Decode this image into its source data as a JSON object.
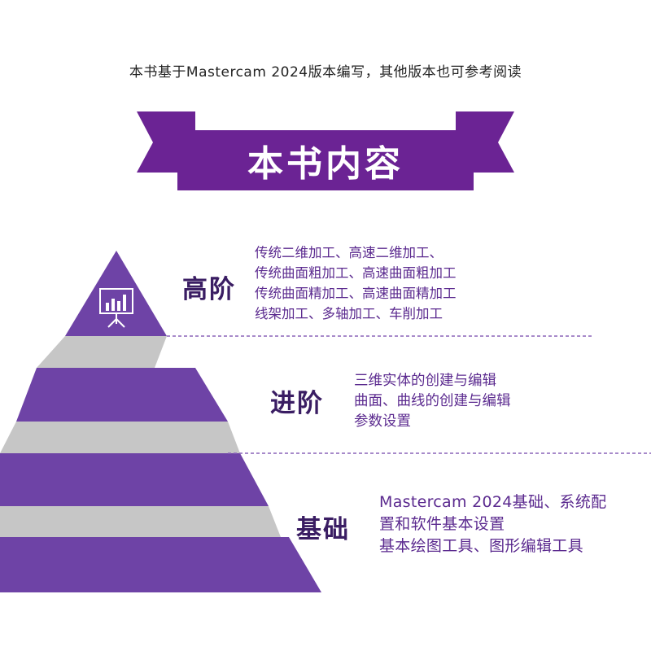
{
  "header": {
    "note": "本书基于Mastercam 2024版本编写，其他版本也可参考阅读",
    "banner_title": "本书内容"
  },
  "colors": {
    "banner_purple": "#6b2394",
    "banner_dark": "#4a1566",
    "pyramid_purple": "#6e43a6",
    "pyramid_gray": "#c6c6c6",
    "title_dark": "#3a1d63",
    "text_purple": "#5b2a8f"
  },
  "levels": [
    {
      "title": "高阶",
      "lines": [
        "传统二维加工、高速二维加工、",
        "传统曲面粗加工、高速曲面粗加工",
        "传统曲面精加工、高速曲面精加工",
        "线架加工、多轴加工、车削加工"
      ],
      "icon": "presentation-chart-icon"
    },
    {
      "title": "进阶",
      "lines": [
        "三维实体的创建与编辑",
        "曲面、曲线的创建与编辑",
        "参数设置"
      ]
    },
    {
      "title": "基础",
      "lines": [
        "Mastercam 2024基础、系统配",
        "置和软件基本设置",
        "基本绘图工具、图形编辑工具"
      ]
    }
  ]
}
